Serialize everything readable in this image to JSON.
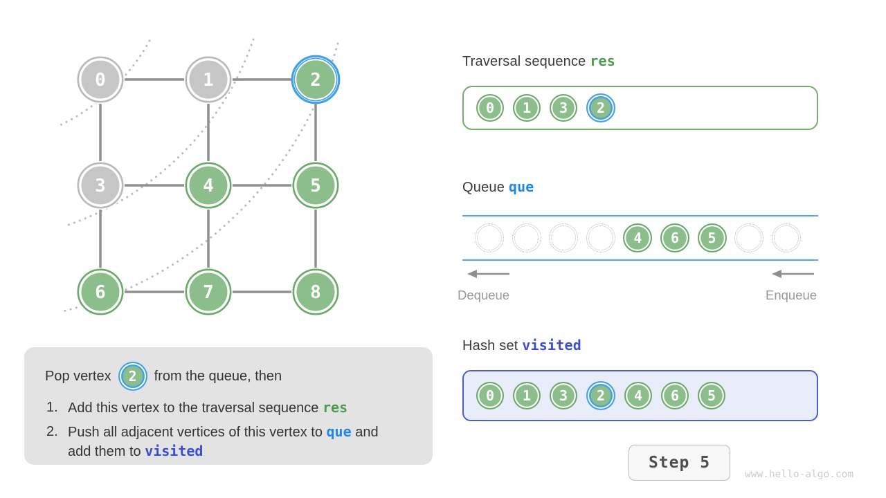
{
  "colors": {
    "green_fill": "#8cbe8c",
    "green_stroke": "#69aa69",
    "gray_fill": "#c6c6c6",
    "gray_stroke": "#b9b9b9",
    "highlight_blue": "#41a0e8",
    "queue_line_blue": "#55a7e9",
    "edge_gray": "#909090",
    "arc_dot_gray": "#bababa",
    "res": "#4c9b51",
    "que": "#1e88e5",
    "visited": "#3c4ed0"
  },
  "graph": {
    "vertices": [
      {
        "id": 0,
        "label": "0",
        "state": "popped"
      },
      {
        "id": 1,
        "label": "1",
        "state": "popped"
      },
      {
        "id": 2,
        "label": "2",
        "state": "current"
      },
      {
        "id": 3,
        "label": "3",
        "state": "popped"
      },
      {
        "id": 4,
        "label": "4",
        "state": "default"
      },
      {
        "id": 5,
        "label": "5",
        "state": "default"
      },
      {
        "id": 6,
        "label": "6",
        "state": "default"
      },
      {
        "id": 7,
        "label": "7",
        "state": "default"
      },
      {
        "id": 8,
        "label": "8",
        "state": "default"
      }
    ],
    "edges": [
      [
        0,
        1
      ],
      [
        1,
        2
      ],
      [
        3,
        4
      ],
      [
        4,
        5
      ],
      [
        6,
        7
      ],
      [
        7,
        8
      ],
      [
        0,
        3
      ],
      [
        3,
        6
      ],
      [
        1,
        4
      ],
      [
        4,
        7
      ],
      [
        2,
        5
      ],
      [
        5,
        8
      ]
    ]
  },
  "traversal": {
    "title": "Traversal sequence",
    "var": "res",
    "items": [
      {
        "label": "0"
      },
      {
        "label": "1"
      },
      {
        "label": "3"
      },
      {
        "label": "2",
        "current": true
      }
    ]
  },
  "queue": {
    "title": "Queue",
    "var": "que",
    "slots": [
      "",
      "",
      "",
      "",
      "4",
      "6",
      "5",
      "",
      ""
    ],
    "dequeue_label": "Dequeue",
    "enqueue_label": "Enqueue"
  },
  "visited": {
    "title": "Hash set",
    "var": "visited",
    "items": [
      {
        "label": "0"
      },
      {
        "label": "1"
      },
      {
        "label": "3"
      },
      {
        "label": "2",
        "current": true
      },
      {
        "label": "4"
      },
      {
        "label": "6"
      },
      {
        "label": "5"
      }
    ]
  },
  "description": {
    "intro_before": "Pop vertex",
    "vertex": "2",
    "intro_after": "from the queue, then",
    "items": [
      {
        "segments": [
          {
            "t": "Add this vertex to the traversal sequence "
          },
          {
            "t": "res",
            "k": "res"
          }
        ]
      },
      {
        "segments": [
          {
            "t": "Push all adjacent vertices of this vertex to "
          },
          {
            "t": "que",
            "k": "que"
          },
          {
            "t": " and add them to "
          },
          {
            "t": "visited",
            "k": "visited"
          }
        ]
      }
    ]
  },
  "step": {
    "label": "Step 5"
  },
  "watermark": "www.hello-algo.com"
}
